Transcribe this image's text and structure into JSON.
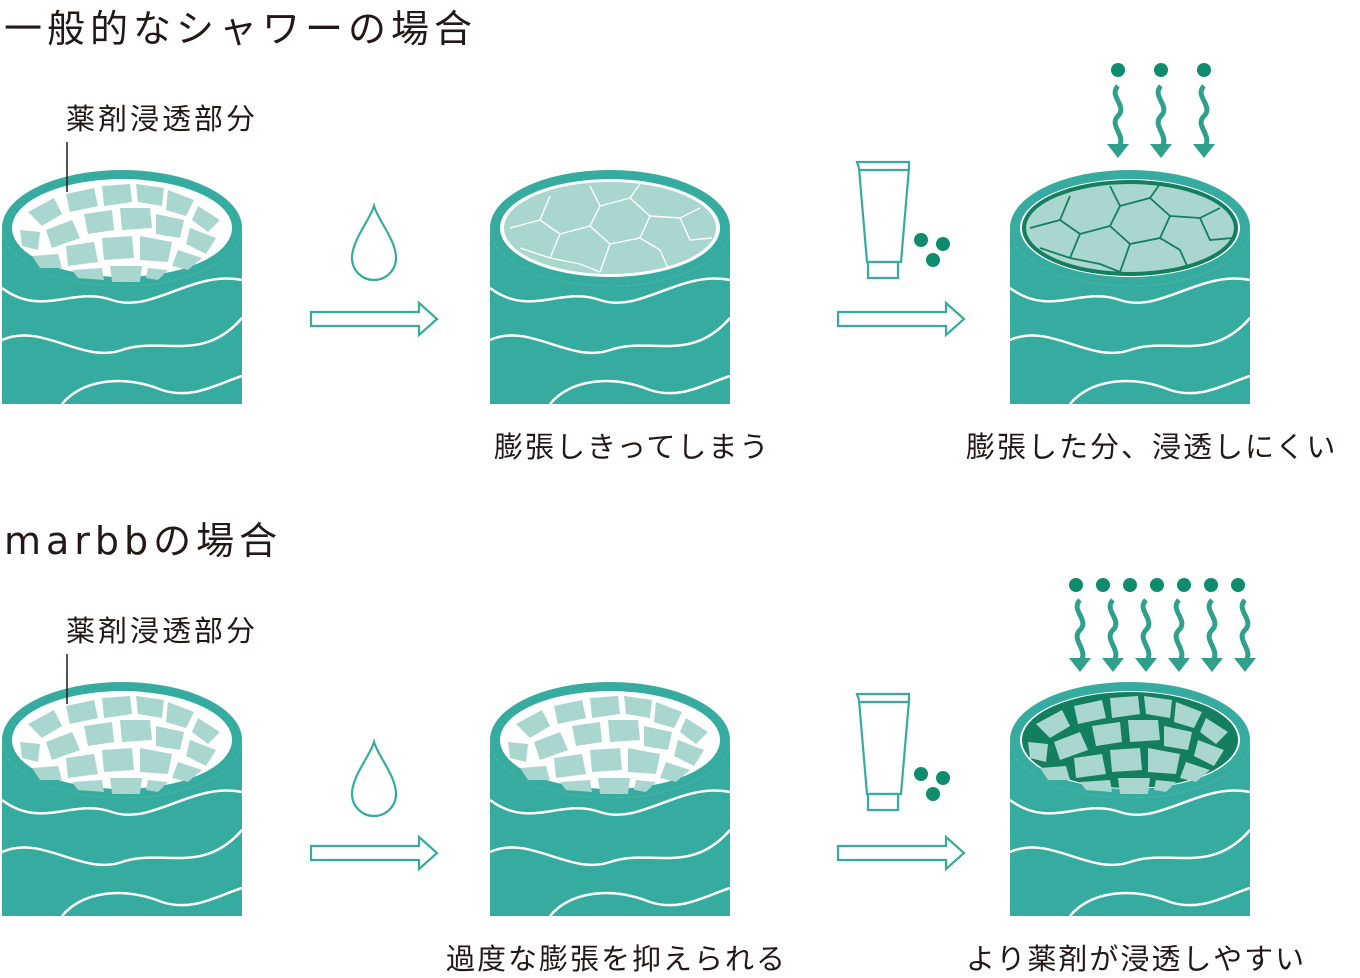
{
  "rows": [
    {
      "heading": "一般的なシャワーの場合",
      "part_label": "薬剤浸透部分",
      "caption_mid": "膨張しきってしまう",
      "caption_end": "膨張した分、浸透しにくい",
      "penetration_dot_count": 3
    },
    {
      "heading": "marbbの場合",
      "part_label": "薬剤浸透部分",
      "caption_mid": "過度な膨張を抑えられる",
      "caption_end": "より薬剤が浸透しやすい",
      "penetration_dot_count": 7
    }
  ],
  "colors": {
    "hair_teal": "#36ab9f",
    "cell_light": "#a9d6ce",
    "cell_dark": "#1b8a73",
    "accent_green": "#0f8c6d",
    "arrow_stroke": "#36ab9f",
    "text": "#231815"
  },
  "icons": [
    "water-drop-icon",
    "arrow-right-icon",
    "cream-tube-icon",
    "droplets-icon",
    "wavy-arrow-down-icon",
    "dot-icon"
  ]
}
